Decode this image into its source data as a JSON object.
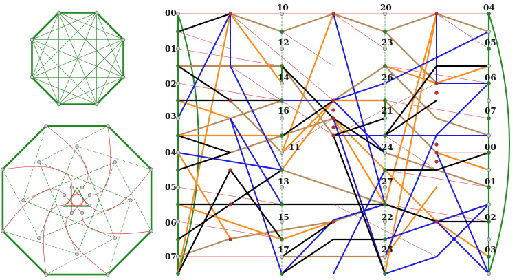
{
  "colors": {
    "green": "#1f8a1f",
    "dashed_green": "#2e8b2e",
    "red": "#e23b3b",
    "black": "#000000",
    "blue": "#1a1ae6",
    "orange": "#ff8c1a",
    "tan": "#b88a5a",
    "node_gray": "#c8c8c8",
    "node_green": "#1f8a1f",
    "node_red": "#e02020"
  },
  "labels": {
    "left_axis": [
      "00",
      "01",
      "02",
      "03",
      "04",
      "05",
      "06",
      "07"
    ],
    "top_row": [
      "10",
      "20",
      "04"
    ],
    "col2": [
      "12",
      "14",
      "16",
      "11",
      "13",
      "15",
      "17"
    ],
    "col4": [
      "23",
      "26",
      "21",
      "24",
      "27",
      "22",
      "25"
    ],
    "right_axis": [
      "05",
      "06",
      "07",
      "00",
      "01",
      "02",
      "03"
    ]
  }
}
